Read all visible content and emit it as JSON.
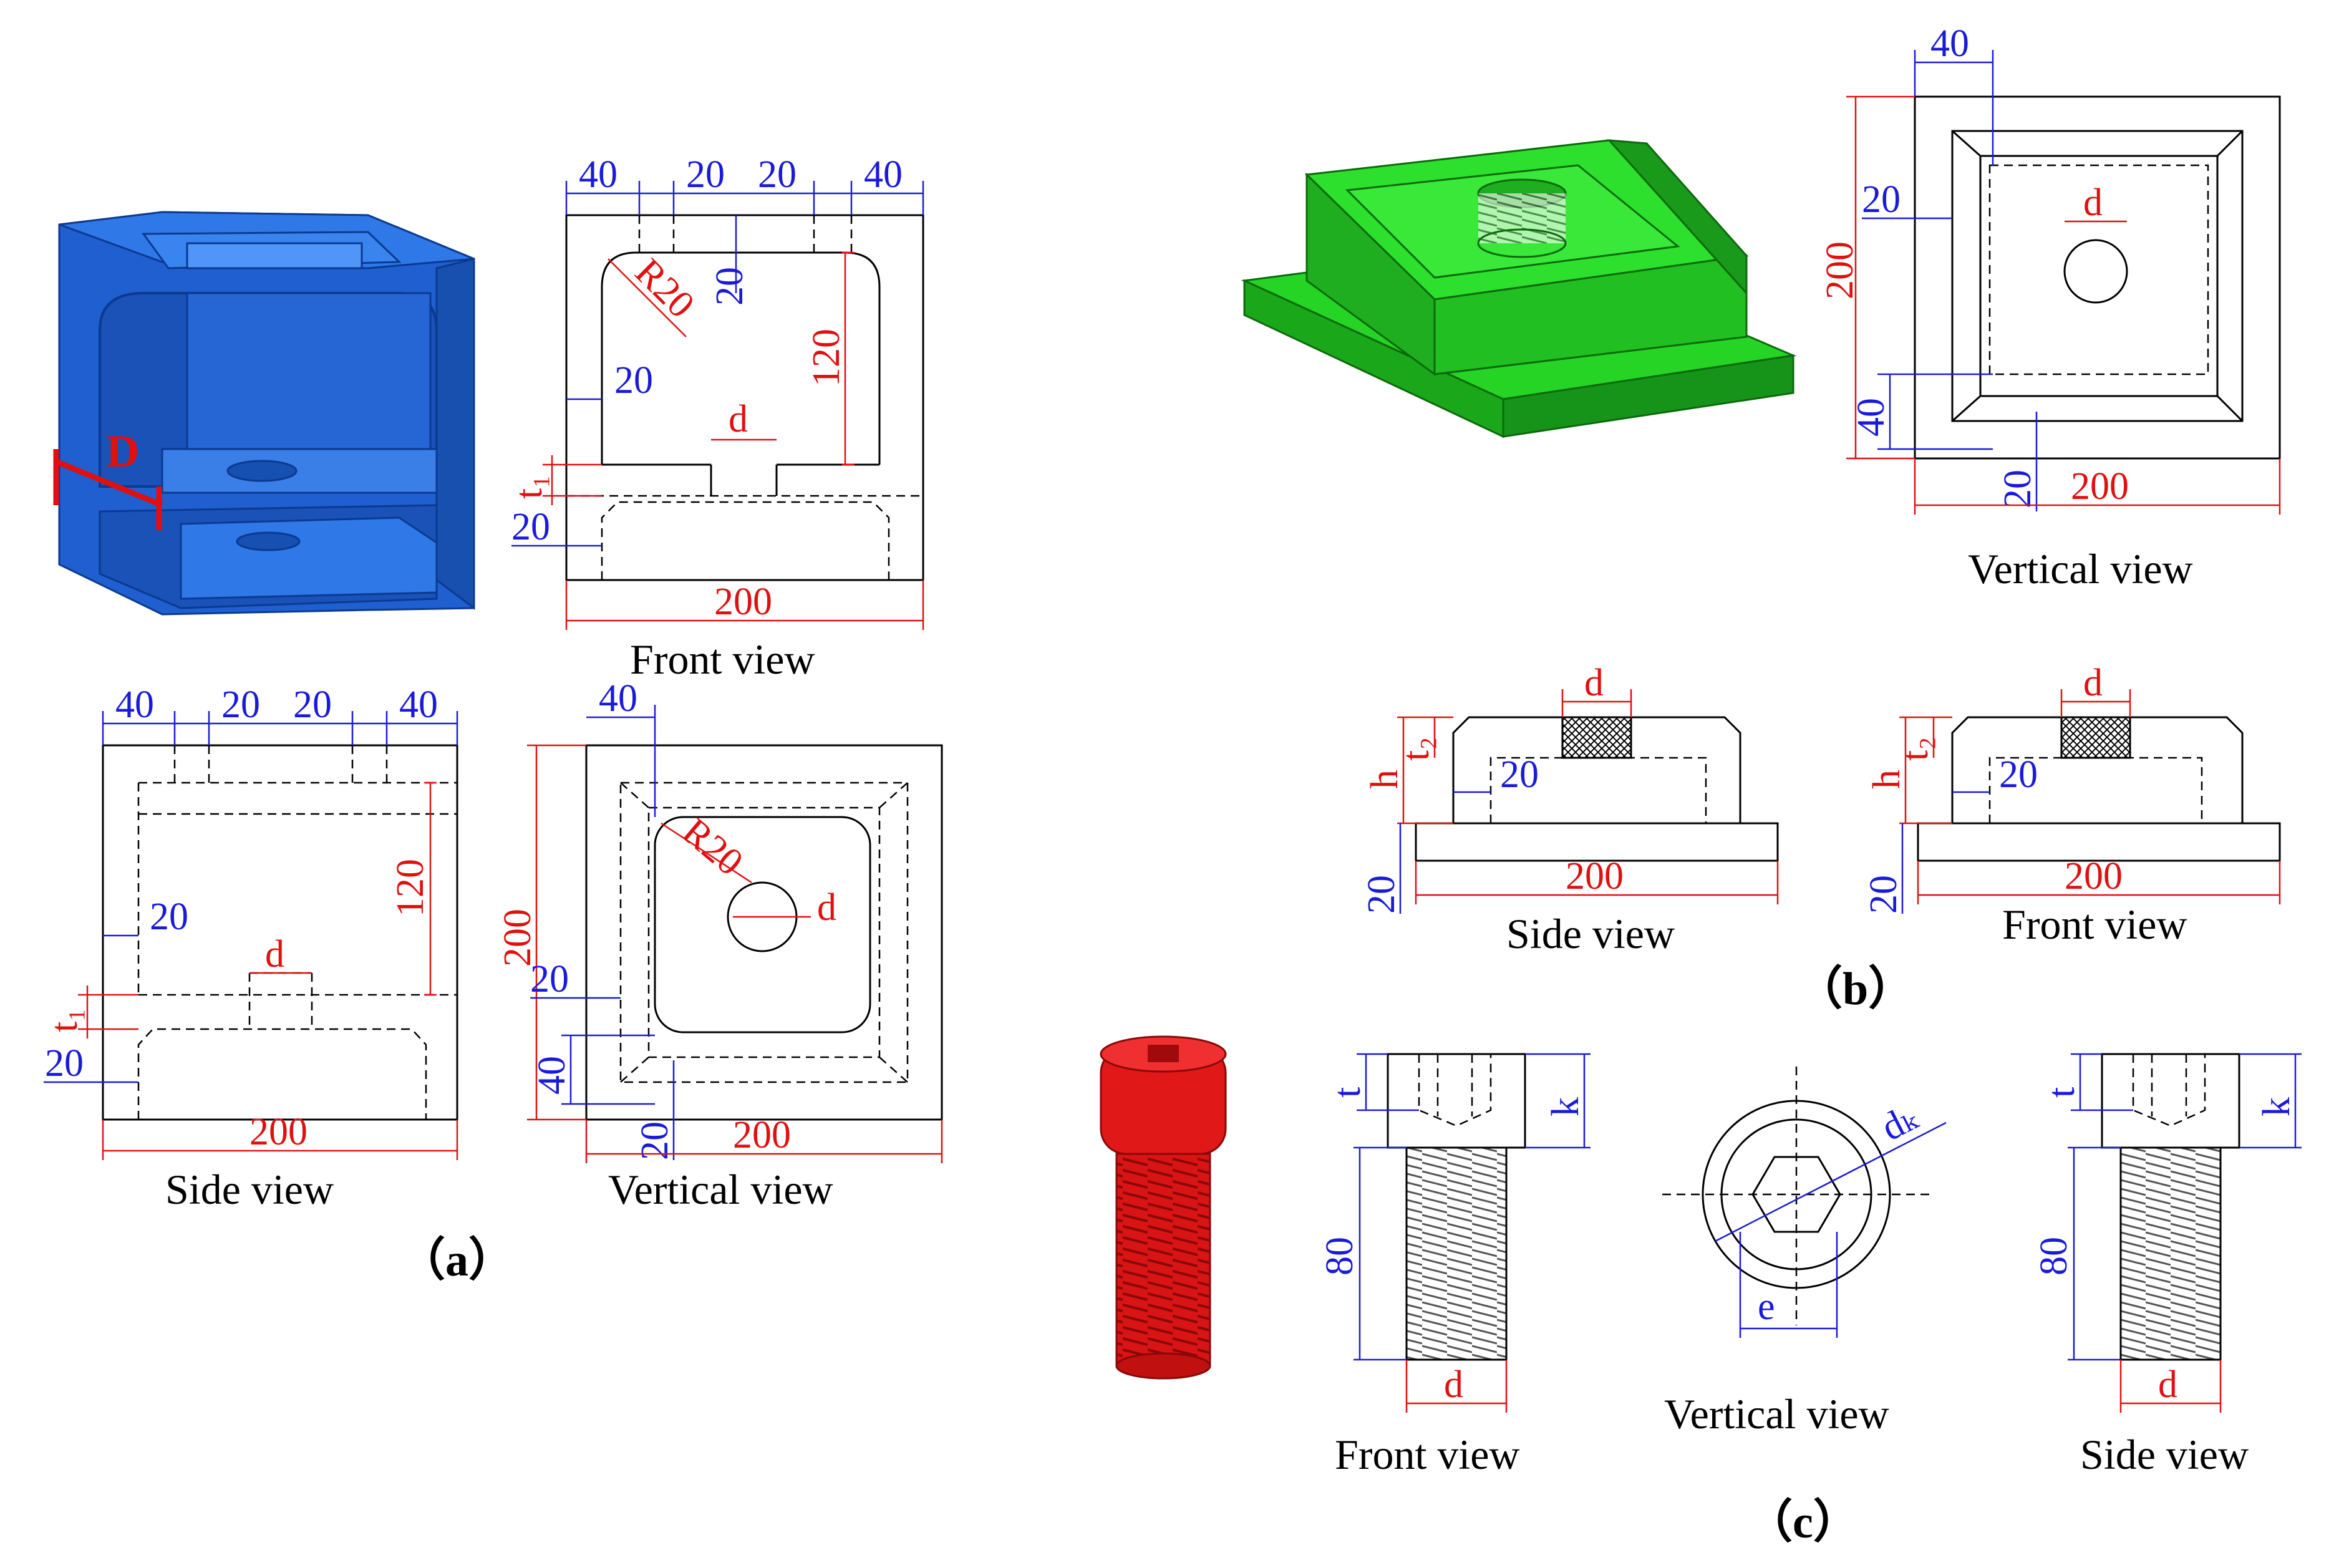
{
  "colors": {
    "dim_blue": "#1a1adb",
    "dim_red": "#e01010",
    "block_a": "#1f5fd0",
    "block_b": "#22c422",
    "bolt_c": "#e01818"
  },
  "panel_a": {
    "label": "（a）",
    "model_dim": "D",
    "front_view": {
      "caption": "Front view",
      "top_dims": [
        "40",
        "20",
        "20",
        "40"
      ],
      "radius": "R20",
      "dim_20_vertical": "20",
      "dim_120": "120",
      "dim_20_left": "20",
      "dim_d": "d",
      "dim_t1": "t₁",
      "dim_20_bottom": "20",
      "dim_200": "200"
    },
    "side_view": {
      "caption": "Side view",
      "top_dims": [
        "40",
        "20",
        "20",
        "40"
      ],
      "dim_120": "120",
      "dim_20_left": "20",
      "dim_d": "d",
      "dim_t1": "t₁",
      "dim_20_bottom": "20",
      "dim_200": "200"
    },
    "vertical_view": {
      "caption": "Vertical view",
      "dim_40_top": "40",
      "radius": "R20",
      "dim_d": "d",
      "dim_200_left": "200",
      "dim_20_left": "20",
      "dim_40_left": "40",
      "dim_20_bottom": "20",
      "dim_200_bottom": "200"
    }
  },
  "panel_b": {
    "label": "（b）",
    "vertical_view": {
      "caption": "Vertical view",
      "dim_40_top": "40",
      "dim_20_left": "20",
      "dim_d": "d",
      "dim_200_left": "200",
      "dim_40_left": "40",
      "dim_20_bottom": "20",
      "dim_200_bottom": "200"
    },
    "side_view": {
      "caption": "Side view",
      "dim_d": "d",
      "dim_h": "h",
      "dim_t2": "t₂",
      "dim_20_inner": "20",
      "dim_20_base": "20",
      "dim_200": "200"
    },
    "front_view": {
      "caption": "Front view",
      "dim_d": "d",
      "dim_h": "h",
      "dim_t2": "t₂",
      "dim_20_inner": "20",
      "dim_20_base": "20",
      "dim_200": "200"
    }
  },
  "panel_c": {
    "label": "（c）",
    "front_view": {
      "caption": "Front view",
      "dim_t": "t",
      "dim_k": "k",
      "dim_80": "80",
      "dim_d": "d"
    },
    "vertical_view": {
      "caption": "Vertical view",
      "dim_dk": "dₖ",
      "dim_e": "e"
    },
    "side_view": {
      "caption": "Side view",
      "dim_t": "t",
      "dim_k": "k",
      "dim_80": "80",
      "dim_d": "d"
    }
  }
}
